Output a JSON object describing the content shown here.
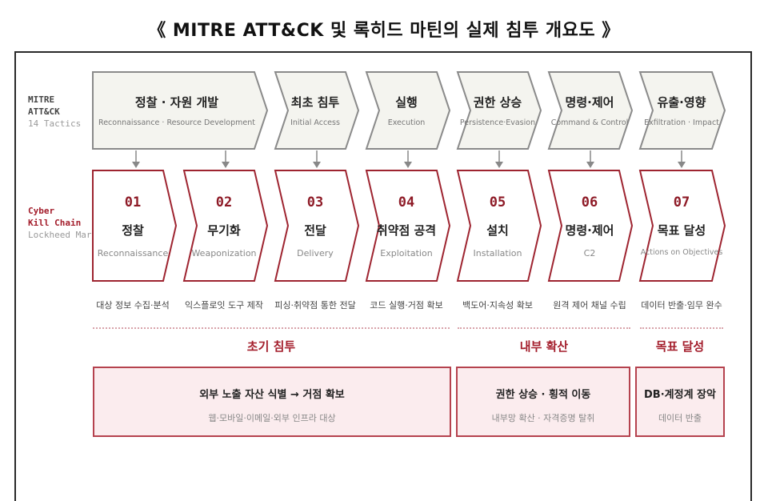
{
  "title": "《 MITRE ATT&CK 및 록히드 마틴의 실제 침투 개요도 》",
  "mitre_label": [
    "MITRE",
    "ATT&CK",
    "14 Tactics"
  ],
  "kill_label": [
    "Cyber",
    "Kill Chain",
    "Lockheed Martin"
  ],
  "tactics": [
    {
      "title": "정찰 · 자원 개발",
      "sub": "Reconnaissance · Resource Development"
    },
    {
      "title": "최초 침투",
      "sub": "Initial Access"
    },
    {
      "title": "실행",
      "sub": "Execution"
    },
    {
      "title": "권한 상승",
      "sub": "Persistence·Evasion"
    },
    {
      "title": "명령·제어",
      "sub": "Command & Control"
    },
    {
      "title": "유출·영향",
      "sub": "Exfiltration · Impact"
    }
  ],
  "steps": [
    {
      "num": "01",
      "title": "정찰",
      "sub": "Reconnaissance",
      "desc": "대상 정보 수집·분석"
    },
    {
      "num": "02",
      "title": "무기화",
      "sub": "Weaponization",
      "desc": "익스플로잇 도구 제작"
    },
    {
      "num": "03",
      "title": "전달",
      "sub": "Delivery",
      "desc": "피싱·취약점 통한 전달"
    },
    {
      "num": "04",
      "title": "취약점 공격",
      "sub": "Exploitation",
      "desc": "코드 실행·거점 확보"
    },
    {
      "num": "05",
      "title": "설치",
      "sub": "Installation",
      "desc": "백도어·지속성 확보"
    },
    {
      "num": "06",
      "title": "명령·제어",
      "sub": "C2",
      "desc": "원격 제어 채널 수립"
    },
    {
      "num": "07",
      "title": "목표 달성",
      "sub": "Actions on Objectives",
      "desc": "데이터 반출·임무 완수"
    }
  ],
  "phases": [
    {
      "label": "초기 침투",
      "title": "외부 노출 자산 식별 → 거점 확보",
      "sub": "웹·모바일·이메일·외부 인프라 대상"
    },
    {
      "label": "내부 확산",
      "title": "권한 상승 · 횡적 이동",
      "sub": "내부망 확산 · 자격증명 탈취"
    },
    {
      "label": "목표 달성",
      "title": "DB·계정계 장악",
      "sub": "데이터 반출"
    }
  ],
  "colors": {
    "accent": "#a31d2b",
    "tactic_fill": "#f4f4ef",
    "step_fill": "#ffffff",
    "phase_fill": "#fbecee"
  }
}
